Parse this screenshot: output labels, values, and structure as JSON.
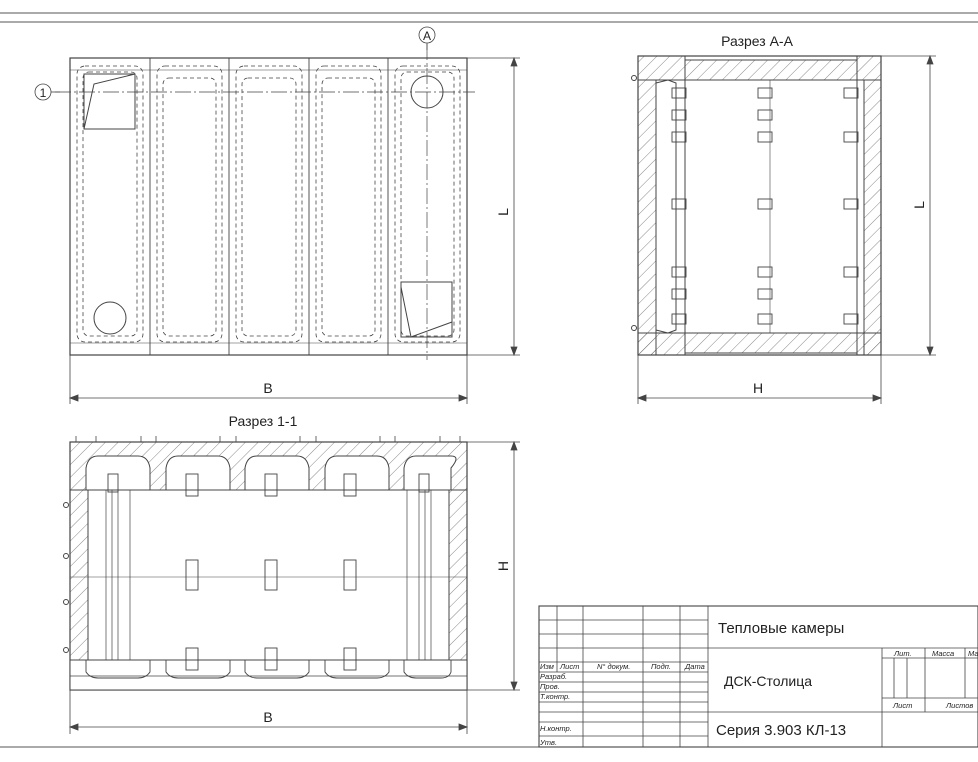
{
  "plan": {
    "callout_1": "1",
    "callout_A": "A",
    "dim_L": "L",
    "dim_B": "B"
  },
  "section_aa": {
    "title": "Разрез А-А",
    "dim_L": "L",
    "dim_H": "H"
  },
  "section_11": {
    "title": "Разрез 1-1",
    "dim_H": "H",
    "dim_B": "B"
  },
  "title_block": {
    "product": "Тепловые камеры",
    "company": "ДСК-Столица",
    "series": "Серия 3.903 КЛ-13",
    "header_row": [
      "Изм",
      "Лист",
      "N° докум.",
      "Подп.",
      "Дата"
    ],
    "roles": [
      "Разраб.",
      "Пров.",
      "Т.контр.",
      "",
      "Н.контр.",
      "Утв."
    ],
    "lit": "Лит.",
    "massa": "Масса",
    "masshtab": "Ма",
    "list": "Лист",
    "listov": "Листов"
  }
}
